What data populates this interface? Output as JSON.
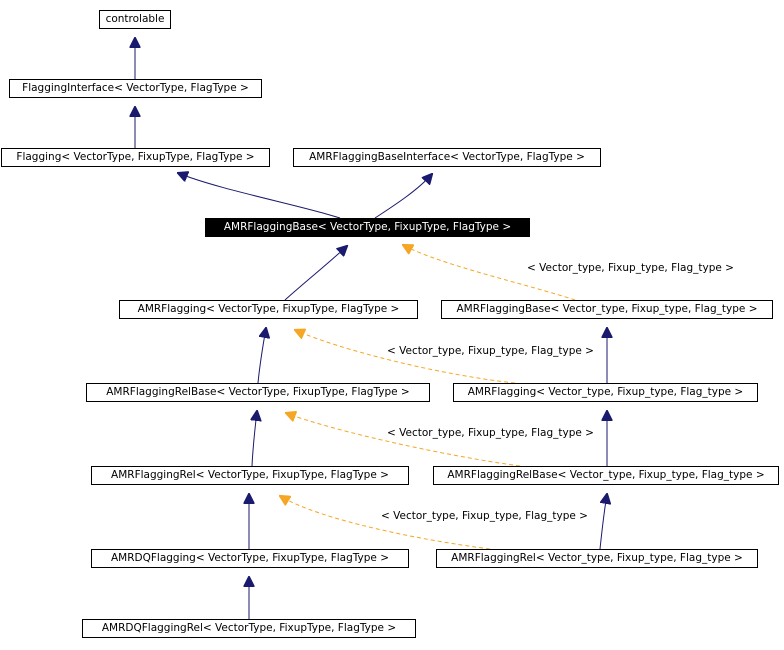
{
  "diagram": {
    "colors": {
      "inheritance": "#1a1a6e",
      "template": "#f5a623",
      "focus_fill": "#000000",
      "focus_text": "#ffffff"
    },
    "nodes": [
      {
        "id": "controlable",
        "label": "controlable"
      },
      {
        "id": "flagging_interface",
        "label": "FlaggingInterface< VectorType, FlagType >"
      },
      {
        "id": "flagging",
        "label": "Flagging< VectorType, FixupType, FlagType >"
      },
      {
        "id": "amr_flagging_base_interface",
        "label": "AMRFlaggingBaseInterface< VectorType, FlagType >"
      },
      {
        "id": "amr_flagging_base",
        "label": "AMRFlaggingBase< VectorType, FixupType, FlagType >",
        "focus": true
      },
      {
        "id": "amr_flagging",
        "label": "AMRFlagging< VectorType, FixupType, FlagType >"
      },
      {
        "id": "amr_flagging_base_inst",
        "label": "AMRFlaggingBase< Vector_type, Fixup_type, Flag_type >"
      },
      {
        "id": "amr_flagging_rel_base",
        "label": "AMRFlaggingRelBase< VectorType, FixupType, FlagType >"
      },
      {
        "id": "amr_flagging_inst",
        "label": "AMRFlagging< Vector_type, Fixup_type, Flag_type >"
      },
      {
        "id": "amr_flagging_rel",
        "label": "AMRFlaggingRel< VectorType, FixupType, FlagType >"
      },
      {
        "id": "amr_flagging_rel_base_inst",
        "label": "AMRFlaggingRelBase< Vector_type, Fixup_type, Flag_type >"
      },
      {
        "id": "amrdq_flagging",
        "label": "AMRDQFlagging< VectorType, FixupType, FlagType >"
      },
      {
        "id": "amr_flagging_rel_inst",
        "label": "AMRFlaggingRel< Vector_type, Fixup_type, Flag_type >"
      },
      {
        "id": "amrdq_flagging_rel",
        "label": "AMRDQFlaggingRel< VectorType, FixupType, FlagType >"
      }
    ],
    "edges": [
      {
        "from": "flagging_interface",
        "to": "controlable",
        "kind": "inheritance"
      },
      {
        "from": "flagging",
        "to": "flagging_interface",
        "kind": "inheritance"
      },
      {
        "from": "amr_flagging_base",
        "to": "flagging",
        "kind": "inheritance"
      },
      {
        "from": "amr_flagging_base",
        "to": "amr_flagging_base_interface",
        "kind": "inheritance"
      },
      {
        "from": "amr_flagging",
        "to": "amr_flagging_base",
        "kind": "inheritance"
      },
      {
        "from": "amr_flagging_base_inst",
        "to": "amr_flagging_base",
        "kind": "template",
        "label": "< Vector_type, Fixup_type, Flag_type >"
      },
      {
        "from": "amr_flagging_rel_base",
        "to": "amr_flagging",
        "kind": "inheritance"
      },
      {
        "from": "amr_flagging_inst",
        "to": "amr_flagging_base_inst",
        "kind": "inheritance"
      },
      {
        "from": "amr_flagging_inst",
        "to": "amr_flagging",
        "kind": "template",
        "label": "< Vector_type, Fixup_type, Flag_type >"
      },
      {
        "from": "amr_flagging_rel",
        "to": "amr_flagging_rel_base",
        "kind": "inheritance"
      },
      {
        "from": "amr_flagging_rel_base_inst",
        "to": "amr_flagging_inst",
        "kind": "inheritance"
      },
      {
        "from": "amr_flagging_rel_base_inst",
        "to": "amr_flagging_rel_base",
        "kind": "template",
        "label": "< Vector_type, Fixup_type, Flag_type >"
      },
      {
        "from": "amrdq_flagging",
        "to": "amr_flagging_rel",
        "kind": "inheritance"
      },
      {
        "from": "amr_flagging_rel_inst",
        "to": "amr_flagging_rel_base_inst",
        "kind": "inheritance"
      },
      {
        "from": "amr_flagging_rel_inst",
        "to": "amr_flagging_rel",
        "kind": "template",
        "label": "< Vector_type, Fixup_type, Flag_type >"
      },
      {
        "from": "amrdq_flagging_rel",
        "to": "amrdq_flagging",
        "kind": "inheritance"
      }
    ]
  }
}
